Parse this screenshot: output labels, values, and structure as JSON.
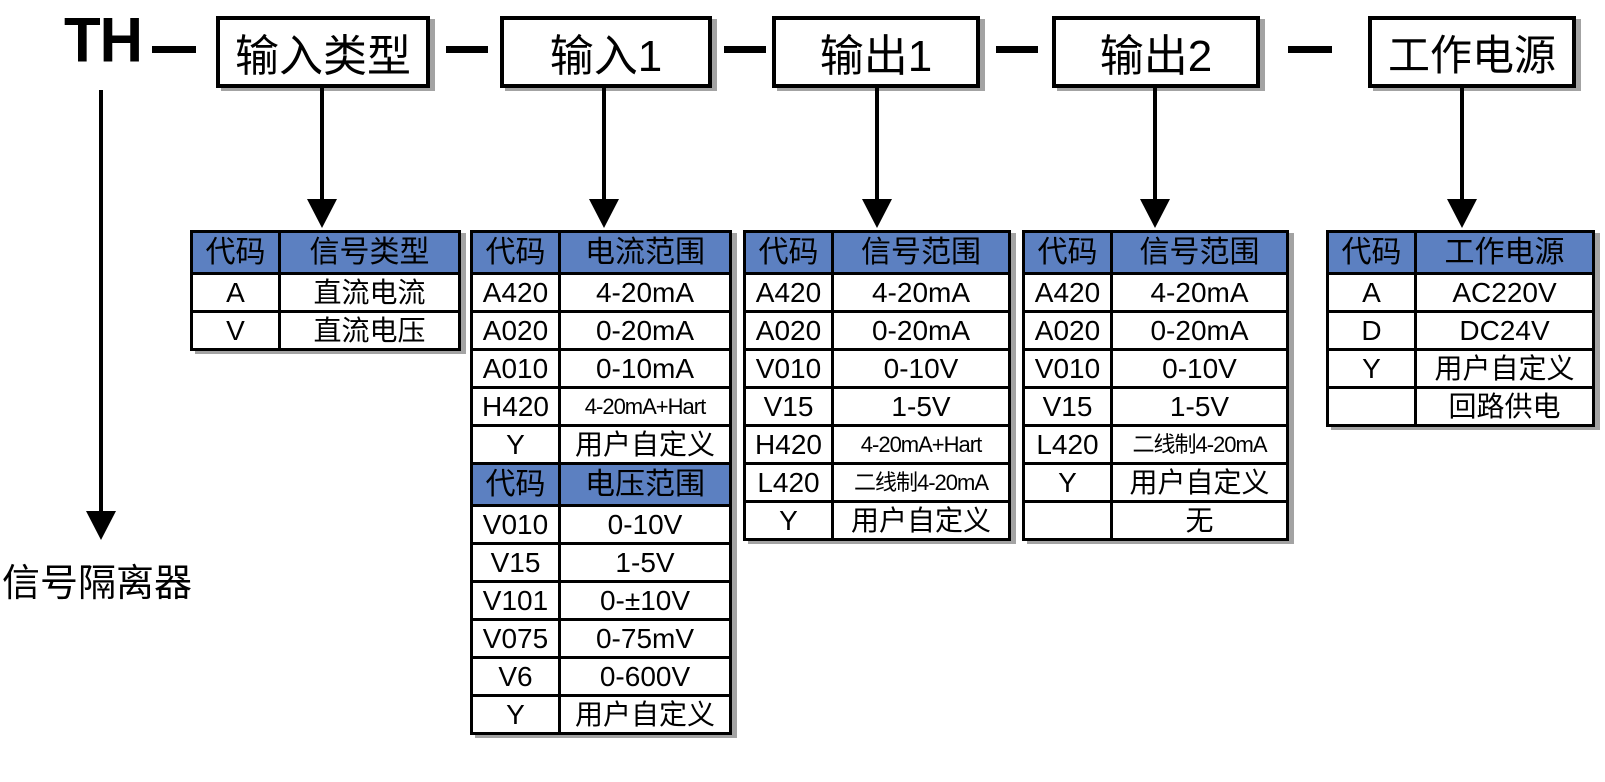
{
  "model_prefix": "TH",
  "bottom_label": "信号隔离器",
  "top_boxes": [
    {
      "label": "输入类型"
    },
    {
      "label": "输入1"
    },
    {
      "label": "输出1"
    },
    {
      "label": "输出2"
    },
    {
      "label": "工作电源"
    }
  ],
  "tables": [
    {
      "id": "input-type",
      "sections": [
        {
          "header": [
            "代码",
            "信号类型"
          ],
          "rows": [
            [
              "A",
              "直流电流"
            ],
            [
              "V",
              "直流电压"
            ]
          ]
        }
      ]
    },
    {
      "id": "input1",
      "sections": [
        {
          "header": [
            "代码",
            "电流范围"
          ],
          "rows": [
            [
              "A420",
              "4-20mA"
            ],
            [
              "A020",
              "0-20mA"
            ],
            [
              "A010",
              "0-10mA"
            ],
            [
              "H420",
              "4-20mA+Hart"
            ],
            [
              "Y",
              "用户自定义"
            ]
          ]
        },
        {
          "header": [
            "代码",
            "电压范围"
          ],
          "rows": [
            [
              "V010",
              "0-10V"
            ],
            [
              "V15",
              "1-5V"
            ],
            [
              "V101",
              "0-±10V"
            ],
            [
              "V075",
              "0-75mV"
            ],
            [
              "V6",
              "0-600V"
            ],
            [
              "Y",
              "用户自定义"
            ]
          ]
        }
      ]
    },
    {
      "id": "output1",
      "sections": [
        {
          "header": [
            "代码",
            "信号范围"
          ],
          "rows": [
            [
              "A420",
              "4-20mA"
            ],
            [
              "A020",
              "0-20mA"
            ],
            [
              "V010",
              "0-10V"
            ],
            [
              "V15",
              "1-5V"
            ],
            [
              "H420",
              "4-20mA+Hart"
            ],
            [
              "L420",
              "二线制4-20mA"
            ],
            [
              "Y",
              "用户自定义"
            ]
          ]
        }
      ]
    },
    {
      "id": "output2",
      "sections": [
        {
          "header": [
            "代码",
            "信号范围"
          ],
          "rows": [
            [
              "A420",
              "4-20mA"
            ],
            [
              "A020",
              "0-20mA"
            ],
            [
              "V010",
              "0-10V"
            ],
            [
              "V15",
              "1-5V"
            ],
            [
              "L420",
              "二线制4-20mA"
            ],
            [
              "Y",
              "用户自定义"
            ],
            [
              "",
              "无"
            ]
          ]
        }
      ]
    },
    {
      "id": "power-supply",
      "sections": [
        {
          "header": [
            "代码",
            "工作电源"
          ],
          "rows": [
            [
              "A",
              "AC220V"
            ],
            [
              "D",
              "DC24V"
            ],
            [
              "Y",
              "用户自定义"
            ],
            [
              "",
              "回路供电"
            ]
          ]
        }
      ]
    }
  ],
  "colors": {
    "header_bg": "#5C80C1",
    "line": "#000000",
    "background": "#FFFFFF"
  }
}
